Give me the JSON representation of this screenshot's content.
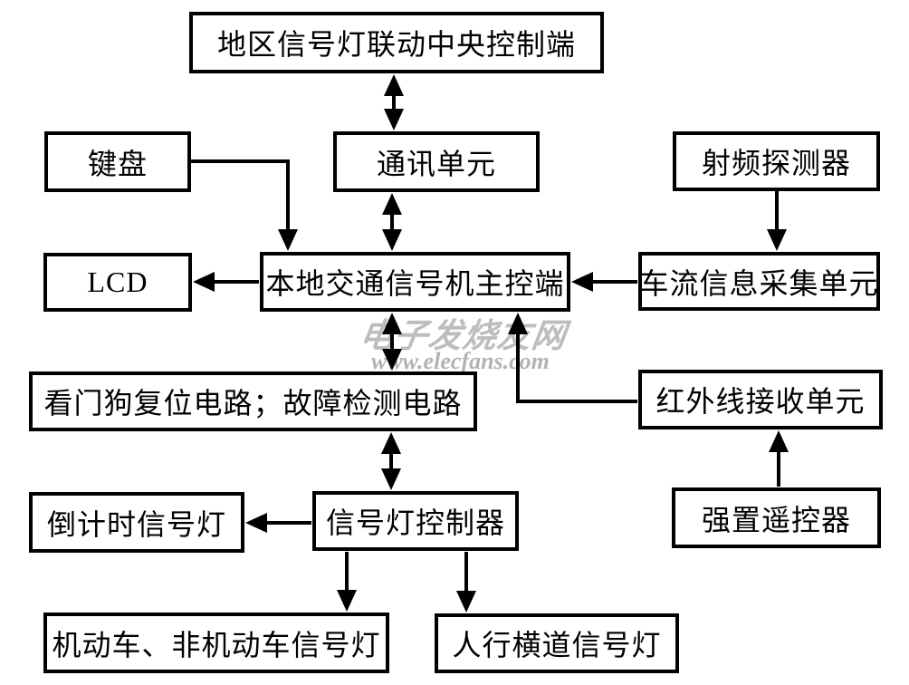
{
  "diagram": {
    "title": "traffic-signal-controller-block-diagram",
    "colors": {
      "background": "#ffffff",
      "line": "#000000",
      "box_border": "#000000",
      "watermark": "#bdbdbd"
    },
    "nodes": {
      "region_central": {
        "label": "地区信号灯联动中央控制端"
      },
      "comm_unit": {
        "label": "通讯单元"
      },
      "keyboard": {
        "label": "键盘"
      },
      "rf_detector": {
        "label": "射频探测器"
      },
      "lcd": {
        "label": "LCD"
      },
      "local_main": {
        "label": "本地交通信号机主控端"
      },
      "traffic_collect": {
        "label": "车流信息采集单元"
      },
      "watchdog": {
        "label": "看门狗复位电路；故障检测电路"
      },
      "infrared": {
        "label": "红外线接收单元"
      },
      "force_remote": {
        "label": "强置遥控器"
      },
      "signal_controller": {
        "label": "信号灯控制器"
      },
      "countdown": {
        "label": "倒计时信号灯"
      },
      "motor_signal": {
        "label": "机动车、非机动车信号灯"
      },
      "pedestrian_signal": {
        "label": "人行横道信号灯"
      }
    },
    "watermark": {
      "title": "电子发烧友网",
      "url": "www.elecfans.com"
    }
  }
}
